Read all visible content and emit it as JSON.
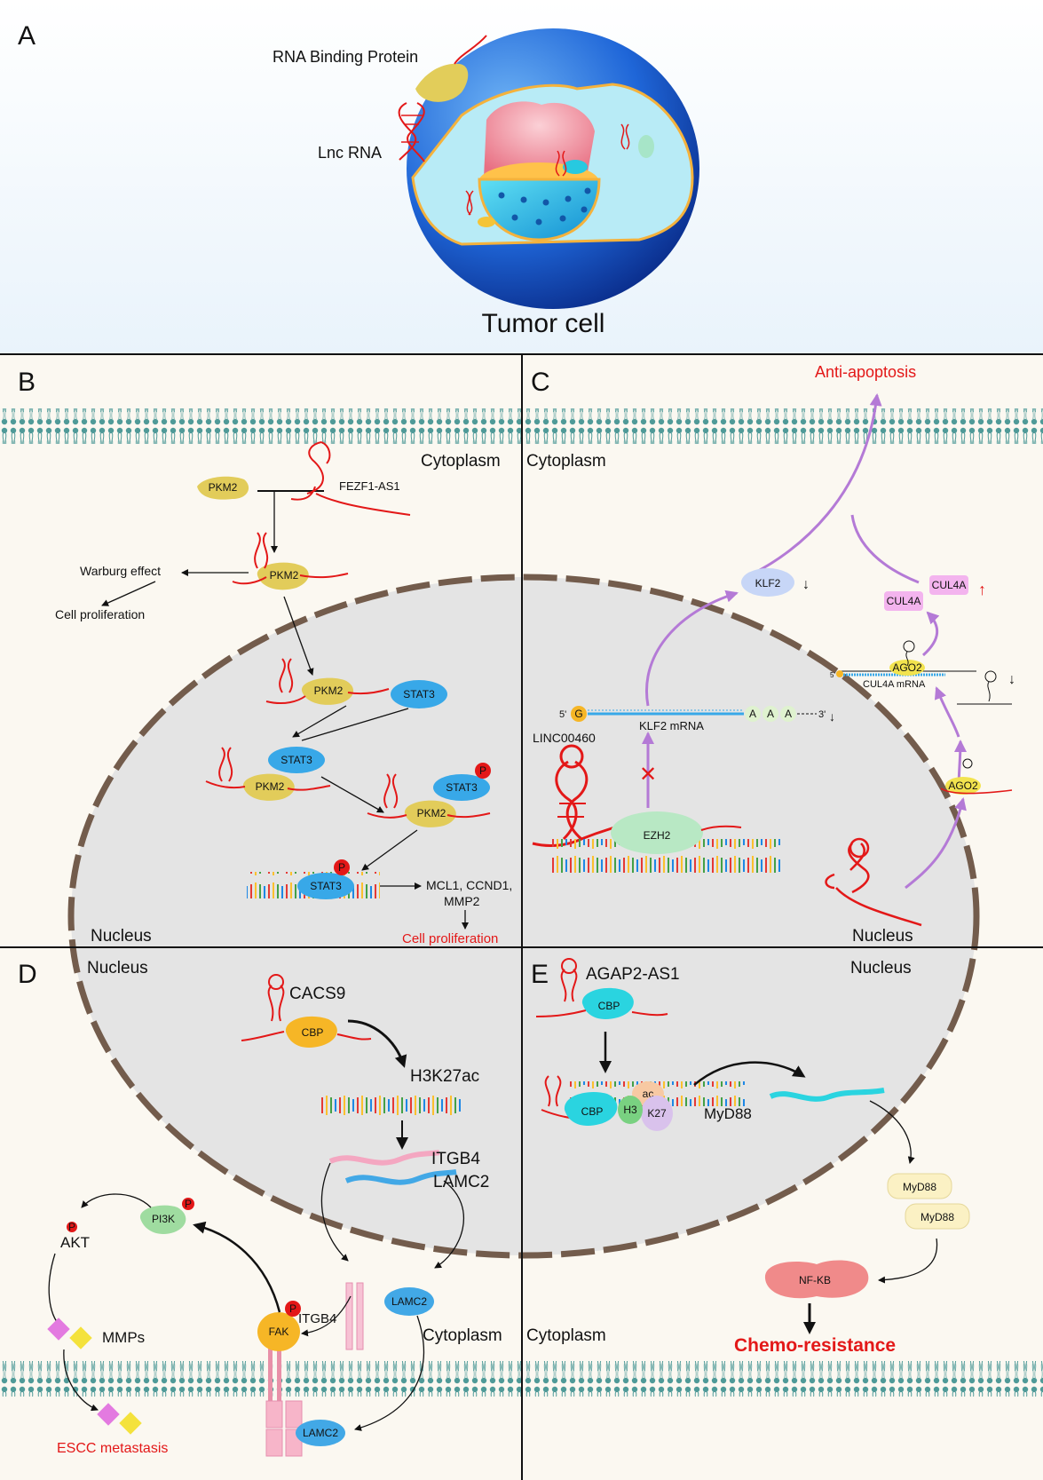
{
  "panels": {
    "a": {
      "letter": "A",
      "rbp_label": "RNA Binding Protein",
      "lnc_label": "Lnc RNA",
      "title": "Tumor cell"
    },
    "b": {
      "letter": "B",
      "cytoplasm": "Cytoplasm",
      "nucleus": "Nucleus",
      "pkm2": "PKM2",
      "stat3": "STAT3",
      "p": "P",
      "lnc": "FEZF1-AS1",
      "warburg": "Warburg effect",
      "cell_prolif": "Cell proliferation",
      "targets_line1": "MCL1, CCND1,",
      "targets_line2": "MMP2",
      "outcome": "Cell proliferation"
    },
    "c": {
      "letter": "C",
      "cytoplasm": "Cytoplasm",
      "nucleus": "Nucleus",
      "outcome": "Anti-apoptosis",
      "klf2": "KLF2",
      "cul4a": "CUL4A",
      "ago2": "AGO2",
      "cul4a_mrna": "CUL4A mRNA",
      "klf2_mrna": "KLF2 mRNA",
      "lnc": "LINC00460",
      "ezh2": "EZH2",
      "five": "5'",
      "three": "3'",
      "g": "G",
      "a": "A",
      "x": "✕",
      "down": "↓",
      "up": "↑"
    },
    "d": {
      "letter": "D",
      "nucleus": "Nucleus",
      "cytoplasm": "Cytoplasm",
      "lnc": "CACS9",
      "cbp": "CBP",
      "mark": "H3K27ac",
      "itgb4": "ITGB4",
      "lamc2": "LAMC2",
      "akt": "AKT",
      "pi3k": "PI3K",
      "fak": "FAK",
      "mmps": "MMPs",
      "p": "P",
      "outcome": "ESCC metastasis"
    },
    "e": {
      "letter": "E",
      "nucleus": "Nucleus",
      "cytoplasm": "Cytoplasm",
      "lnc": "AGAP2-AS1",
      "cbp": "CBP",
      "h3": "H3",
      "ac": "ac",
      "k27": "K27",
      "myd88": "MyD88",
      "nfkb": "NF-KB",
      "outcome": "Chemo-resistance"
    }
  },
  "colors": {
    "outcome_red": "#e31818",
    "pkm2": "#e2cc5a",
    "stat3": "#38a8e8",
    "cbp_d": "#f6b626",
    "cbp_e": "#2ad4e0",
    "membrane": "#4f9a98",
    "arrow_purple": "#b47ad6",
    "nucleus_fill": "#e4e4e4",
    "nucleus_border": "#735c4c"
  }
}
